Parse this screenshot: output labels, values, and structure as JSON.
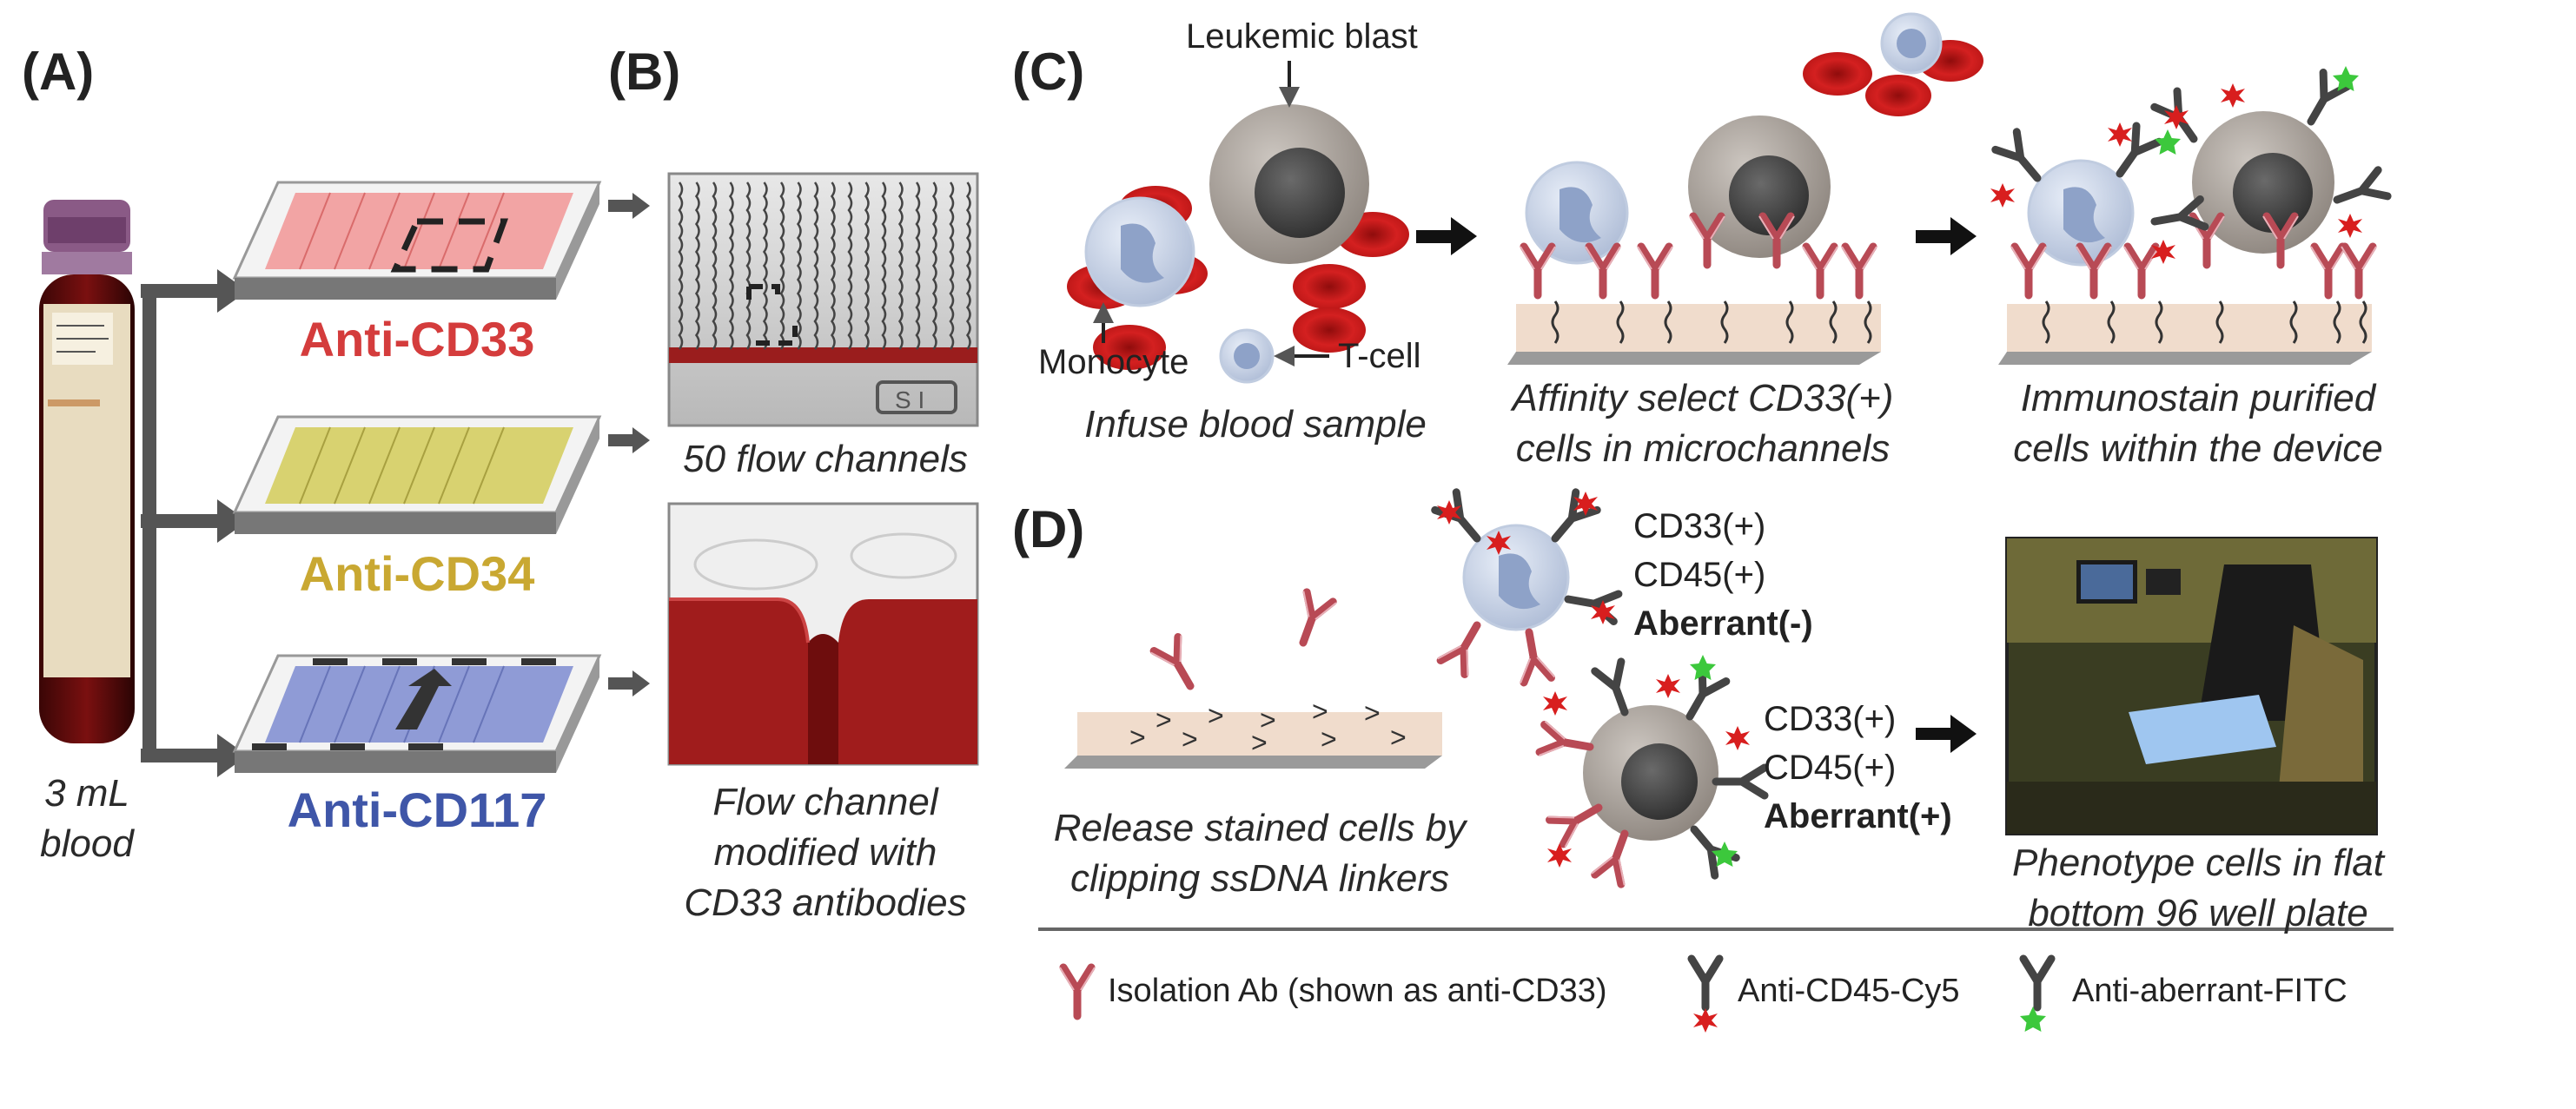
{
  "panels": {
    "a": "(A)",
    "b": "(B)",
    "c": "(C)",
    "d": "(D)"
  },
  "panel_a": {
    "blood_caption": [
      "3 mL",
      "blood"
    ],
    "chips": [
      {
        "label": "Anti-CD33",
        "color": "#d43c3c"
      },
      {
        "label": "Anti-CD34",
        "color": "#c9a832"
      },
      {
        "label": "Anti-CD117",
        "color": "#3f56a8"
      }
    ]
  },
  "panel_b": {
    "caption_top": "50 flow channels",
    "caption_bottom": [
      "Flow channel",
      "modified with",
      "CD33 antibodies"
    ]
  },
  "panel_c": {
    "labels": {
      "leukemic_blast": "Leukemic blast",
      "t_cell": "T-cell",
      "monocyte": "Monocyte"
    },
    "captions": [
      [
        "Infuse blood sample"
      ],
      [
        "Affinity select CD33(+)",
        "cells in microchannels"
      ],
      [
        "Immunostain purified",
        "cells within the device"
      ]
    ]
  },
  "panel_d": {
    "release_caption": [
      "Release stained cells by",
      "clipping ssDNA linkers"
    ],
    "pheno_caption": [
      "Phenotype cells in flat",
      "bottom 96 well plate"
    ],
    "cell1": {
      "cd33": "CD33(+)",
      "cd45": "CD45(+)",
      "aberrant": "Aberrant(-)"
    },
    "cell2": {
      "cd33": "CD33(+)",
      "cd45": "CD45(+)",
      "aberrant": "Aberrant(+)"
    }
  },
  "legend": [
    {
      "icon": "isolation-antibody-icon",
      "label": "Isolation Ab (shown as anti-CD33)"
    },
    {
      "icon": "anti-cd45-antibody-icon",
      "label": "Anti-CD45-Cy5"
    },
    {
      "icon": "anti-aberrant-antibody-icon",
      "label": "Anti-aberrant-FITC"
    }
  ],
  "colors": {
    "rbc": "#c81e1e",
    "antibody_red": "#b84a55",
    "antibody_dark": "#444444",
    "dye_red": "#d81e1e",
    "dye_green": "#3cc83c",
    "substrate": "#f0dccc",
    "arrow": "#555555"
  }
}
